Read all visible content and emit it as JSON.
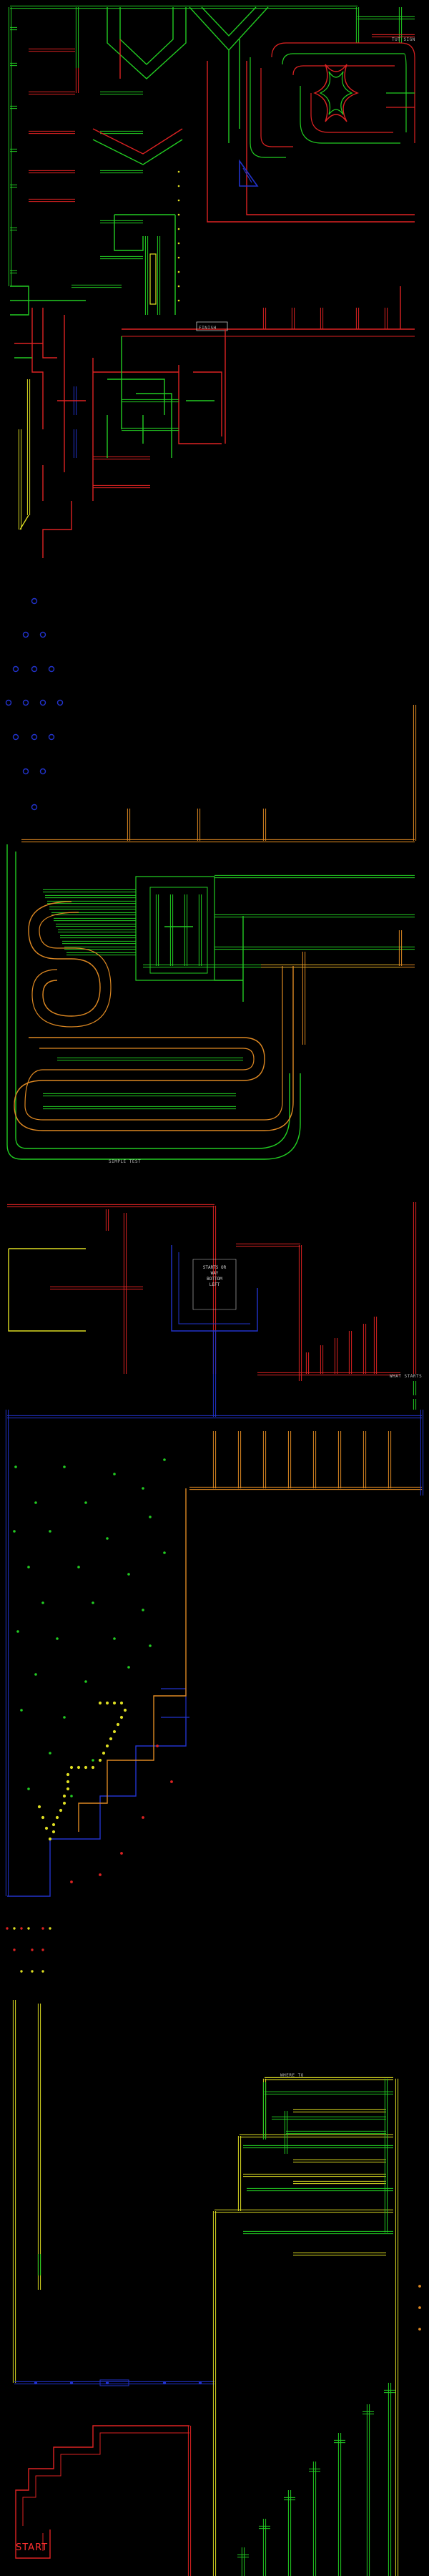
{
  "map": {
    "title": "",
    "labels": {
      "top_right": "TUT SIGN",
      "finish": "FINISH",
      "exit_sign": "SIMPLE TEST",
      "bottom_text": "STARTS OR\nWAY\nBOTTOM\nLEFT",
      "right_mid": "WHAT STARTS",
      "lower_upper": "WHERE TO",
      "start": "START"
    },
    "colors": {
      "background": "#000000",
      "green": "#22cc22",
      "red": "#dd2222",
      "blue": "#2233cc",
      "yellow": "#dddd22",
      "orange": "#dd8822",
      "white": "#cccccc"
    }
  }
}
